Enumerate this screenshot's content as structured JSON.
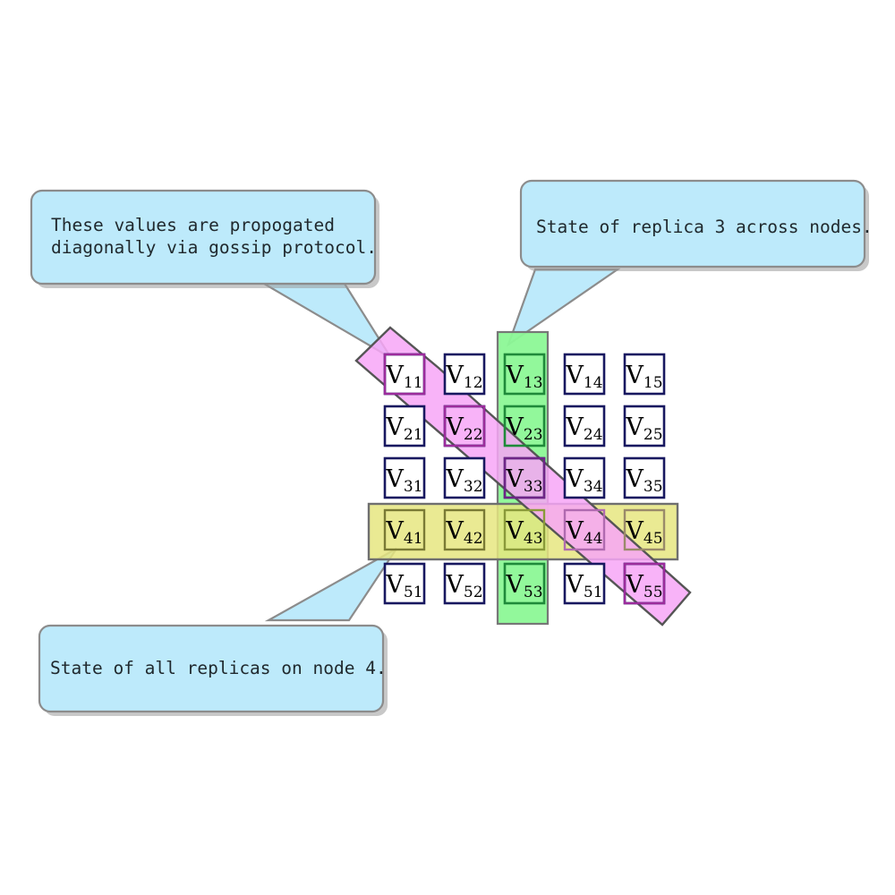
{
  "diagram": {
    "title": "Replica state grid with gossip propagation",
    "background": "#ffffff",
    "colors": {
      "callout_fill": "#bdeafb",
      "callout_stroke": "#8c8c8c",
      "cell_fill": "#ffffff",
      "cell_stroke": "#181860",
      "replica_column_band": "#8cf896",
      "node_row_band": "#e6e680",
      "gossip_diagonal_band": "#f7a6f7",
      "text": "#20292e"
    }
  },
  "callouts": [
    {
      "id": "gossip-callout",
      "lines": [
        "These values are propogated",
        "diagonally via gossip protocol."
      ],
      "points_to": "diagonal-band"
    },
    {
      "id": "replica-callout",
      "lines": [
        "State of replica 3 across nodes."
      ],
      "points_to": "replica-3-column"
    },
    {
      "id": "node-callout",
      "lines": [
        "State of all replicas on node 4."
      ],
      "points_to": "node-4-row"
    }
  ],
  "grid": {
    "rows": 5,
    "cols": 5,
    "symbol": "V",
    "cells": [
      [
        {
          "base": "V",
          "sub": "11",
          "hl": "pink"
        },
        {
          "base": "V",
          "sub": "12",
          "hl": "none"
        },
        {
          "base": "V",
          "sub": "13",
          "hl": "green"
        },
        {
          "base": "V",
          "sub": "14",
          "hl": "none"
        },
        {
          "base": "V",
          "sub": "15",
          "hl": "none"
        }
      ],
      [
        {
          "base": "V",
          "sub": "21",
          "hl": "none"
        },
        {
          "base": "V",
          "sub": "22",
          "hl": "pink"
        },
        {
          "base": "V",
          "sub": "23",
          "hl": "green"
        },
        {
          "base": "V",
          "sub": "24",
          "hl": "none"
        },
        {
          "base": "V",
          "sub": "25",
          "hl": "none"
        }
      ],
      [
        {
          "base": "V",
          "sub": "31",
          "hl": "none"
        },
        {
          "base": "V",
          "sub": "32",
          "hl": "none"
        },
        {
          "base": "V",
          "sub": "33",
          "hl": "pink"
        },
        {
          "base": "V",
          "sub": "34",
          "hl": "none"
        },
        {
          "base": "V",
          "sub": "35",
          "hl": "none"
        }
      ],
      [
        {
          "base": "V",
          "sub": "41",
          "hl": "olive"
        },
        {
          "base": "V",
          "sub": "42",
          "hl": "olive"
        },
        {
          "base": "V",
          "sub": "43",
          "hl": "olive"
        },
        {
          "base": "V",
          "sub": "44",
          "hl": "pink"
        },
        {
          "base": "V",
          "sub": "45",
          "hl": "olive"
        }
      ],
      [
        {
          "base": "V",
          "sub": "51",
          "hl": "none"
        },
        {
          "base": "V",
          "sub": "52",
          "hl": "none"
        },
        {
          "base": "V",
          "sub": "53",
          "hl": "green"
        },
        {
          "base": "V",
          "sub": "51",
          "hl": "none"
        },
        {
          "base": "V",
          "sub": "55",
          "hl": "pink"
        }
      ]
    ]
  },
  "bands": {
    "replica_column_index": 3,
    "node_row_index": 4,
    "diagonal": "V11 -> V22 -> V33 -> V44 -> V55"
  }
}
